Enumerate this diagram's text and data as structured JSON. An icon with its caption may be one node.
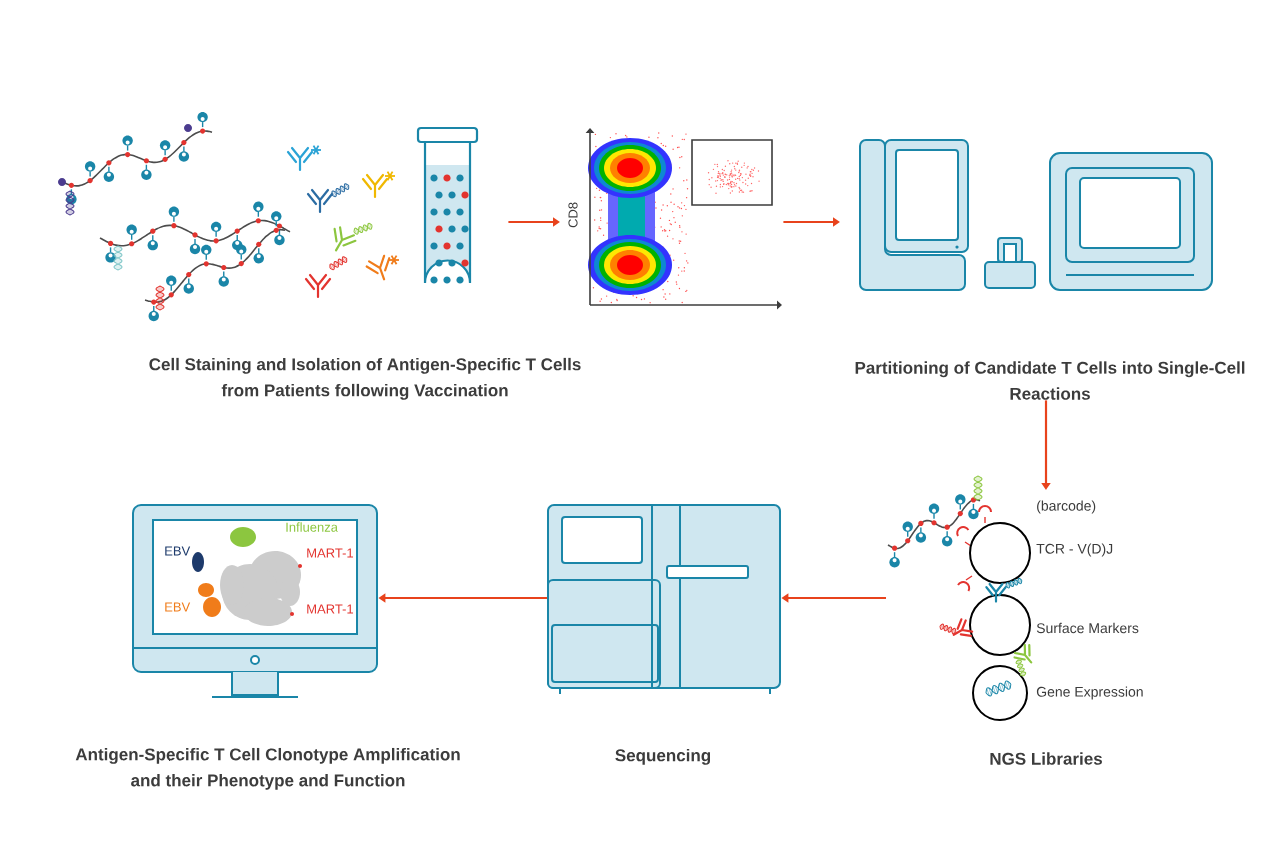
{
  "diagram": {
    "nodes": [
      {
        "text": [
          "Cell Staining and Isolation of Antigen-Specific T Cells from Patients following Vaccination"
        ]
      },
      {
        "text": [],
        "shape": "picture",
        "in": 0
      },
      {
        "text": [],
        "shape": "picture",
        "in": 0,
        "beside": [
          "CD8"
        ]
      },
      {
        "text": [
          "Partitioning of Candidate T Cells into Single-Cell Reactions"
        ]
      },
      {
        "text": [
          "NGS Libraries"
        ]
      },
      {
        "text": [
          "Sequencing"
        ]
      },
      {
        "text": [
          "Antigen-Specific T Cell Clonotype Amplification and their Phenotype and Function"
        ]
      }
    ],
    "edges": [
      {
        "from": 1,
        "to": 2,
        "arrow": "to"
      },
      {
        "from": 0,
        "to": 3,
        "arrow": "to"
      },
      {
        "from": 3,
        "to": 4,
        "arrow": "to"
      },
      {
        "from": 4,
        "to": 5,
        "arrow": "to"
      },
      {
        "from": 5,
        "to": 6,
        "arrow": "to"
      }
    ],
    "labels": [
      "Influenza",
      "EBV",
      "MART-1",
      "EBV",
      "MART-1",
      "(barcode)",
      "TCR - V(D)J",
      "Surface Markers",
      "Gene Expression"
    ]
  }
}
